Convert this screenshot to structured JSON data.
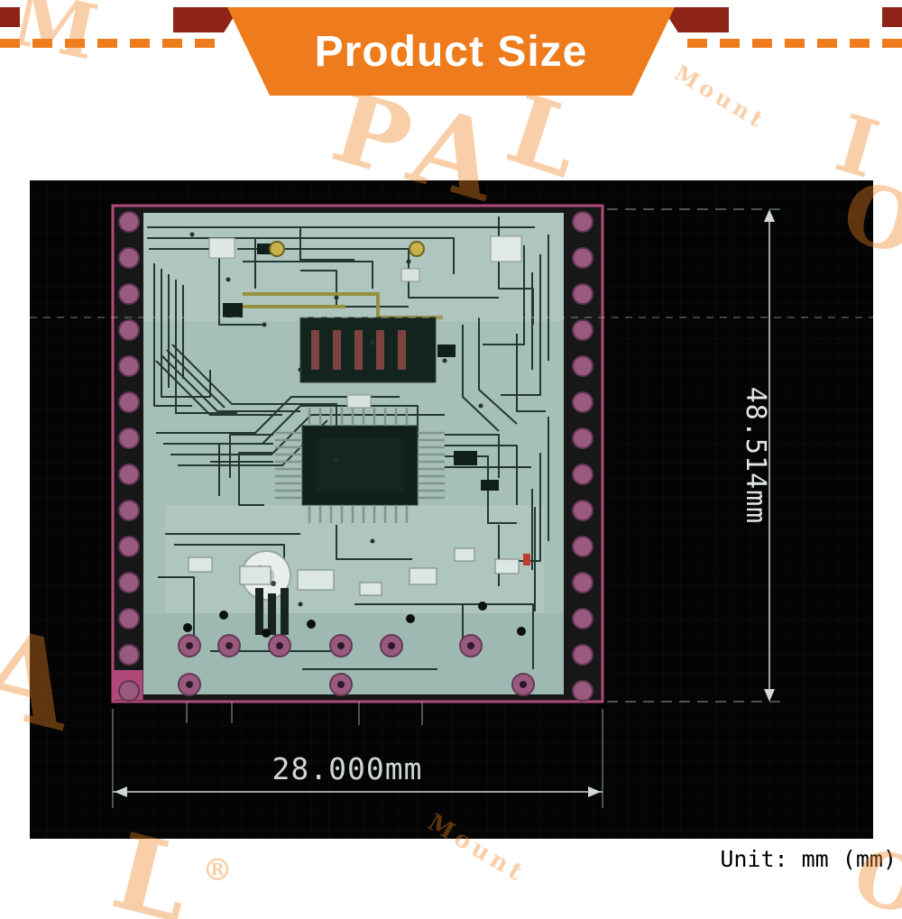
{
  "banner": {
    "title": "Product Size",
    "accent_color": "#ee7b1c",
    "ribbon_fold_color": "#8e2418"
  },
  "pcb_diagram": {
    "height_dimension": "48.514mm",
    "width_dimension": "28.000mm",
    "background_color": "#040404",
    "board_outline_color": "#b0497a",
    "board_surface_color": "#a6c0b8",
    "pad_color": "#9a5a80",
    "dimension_text_color": "#cfd8d4"
  },
  "footer": {
    "unit_label": "Unit: mm (mm)"
  },
  "watermark": {
    "color": "#f08420",
    "items": [
      "M",
      "P",
      "A",
      "L",
      "Mount",
      "I",
      "O",
      "A",
      "L",
      "®",
      "Mount",
      "O"
    ]
  }
}
